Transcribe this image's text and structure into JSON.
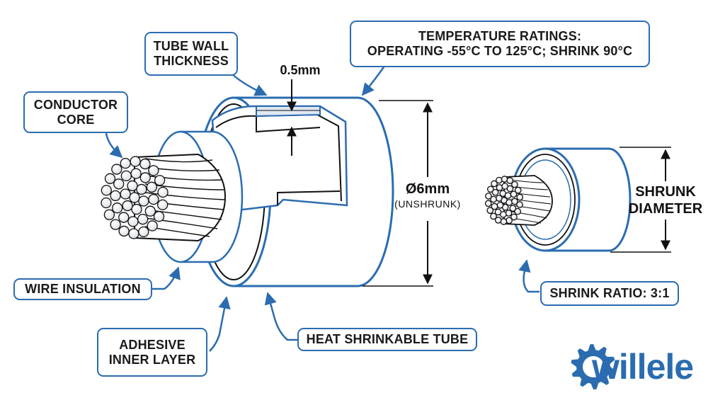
{
  "labels": {
    "conductor_core": [
      "CONDUCTOR",
      "CORE"
    ],
    "tube_wall_thickness": [
      "TUBE WALL",
      "THICKNESS"
    ],
    "temperature_ratings": [
      "TEMPERATURE RATINGS:",
      "OPERATING -55°C TO 125°C; SHRINK 90°C"
    ],
    "wire_insulation": "WIRE INSULATION",
    "adhesive_inner_layer": [
      "ADHESIVE",
      "INNER LAYER"
    ],
    "heat_shrinkable_tube": "HEAT SHRINKABLE TUBE",
    "shrink_ratio": "SHRINK RATIO: 3:1",
    "shrunk_diameter": [
      "SHRUNK",
      "DIAMETER"
    ]
  },
  "dimensions": {
    "wall_thickness": "0.5mm",
    "diameter": "Ø6mm",
    "diameter_note": "(UNSHRUNK)"
  },
  "logo": {
    "text": "willele",
    "color": "#2b6cb0"
  },
  "colors": {
    "accent": "#2b6cb0",
    "line": "#111111"
  },
  "icons": {
    "logo_mark": "gear-icon"
  }
}
